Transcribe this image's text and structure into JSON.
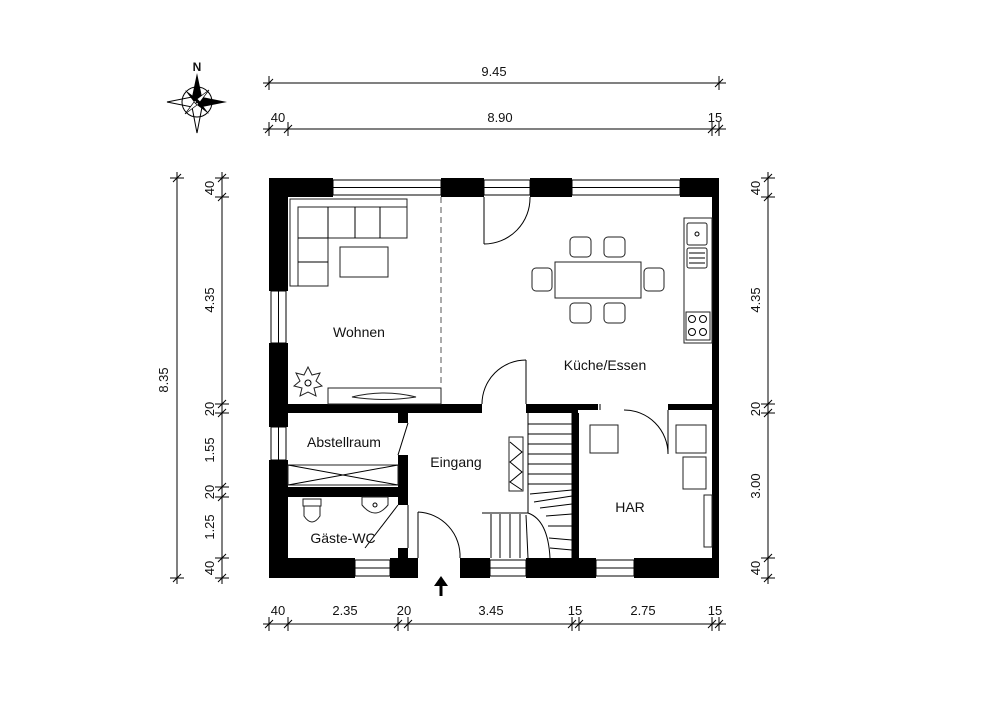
{
  "compass": {
    "north_label": "N"
  },
  "rooms": {
    "wohnen": "Wohnen",
    "kueche": "Küche/Essen",
    "abstellraum": "Abstellraum",
    "eingang": "Eingang",
    "gaeste_wc": "Gäste-WC",
    "har": "HAR"
  },
  "dimensions": {
    "top_total": "9.45",
    "top_segments": [
      "40",
      "8.90",
      "15"
    ],
    "bottom_segments": [
      "40",
      "2.35",
      "20",
      "3.45",
      "15",
      "2.75",
      "15"
    ],
    "left_total": "8.35",
    "left_segments": [
      "40",
      "4.35",
      "20",
      "1.55",
      "20",
      "1.25",
      "40"
    ],
    "right_segments": [
      "40",
      "4.35",
      "20",
      "3.00",
      "40"
    ]
  }
}
